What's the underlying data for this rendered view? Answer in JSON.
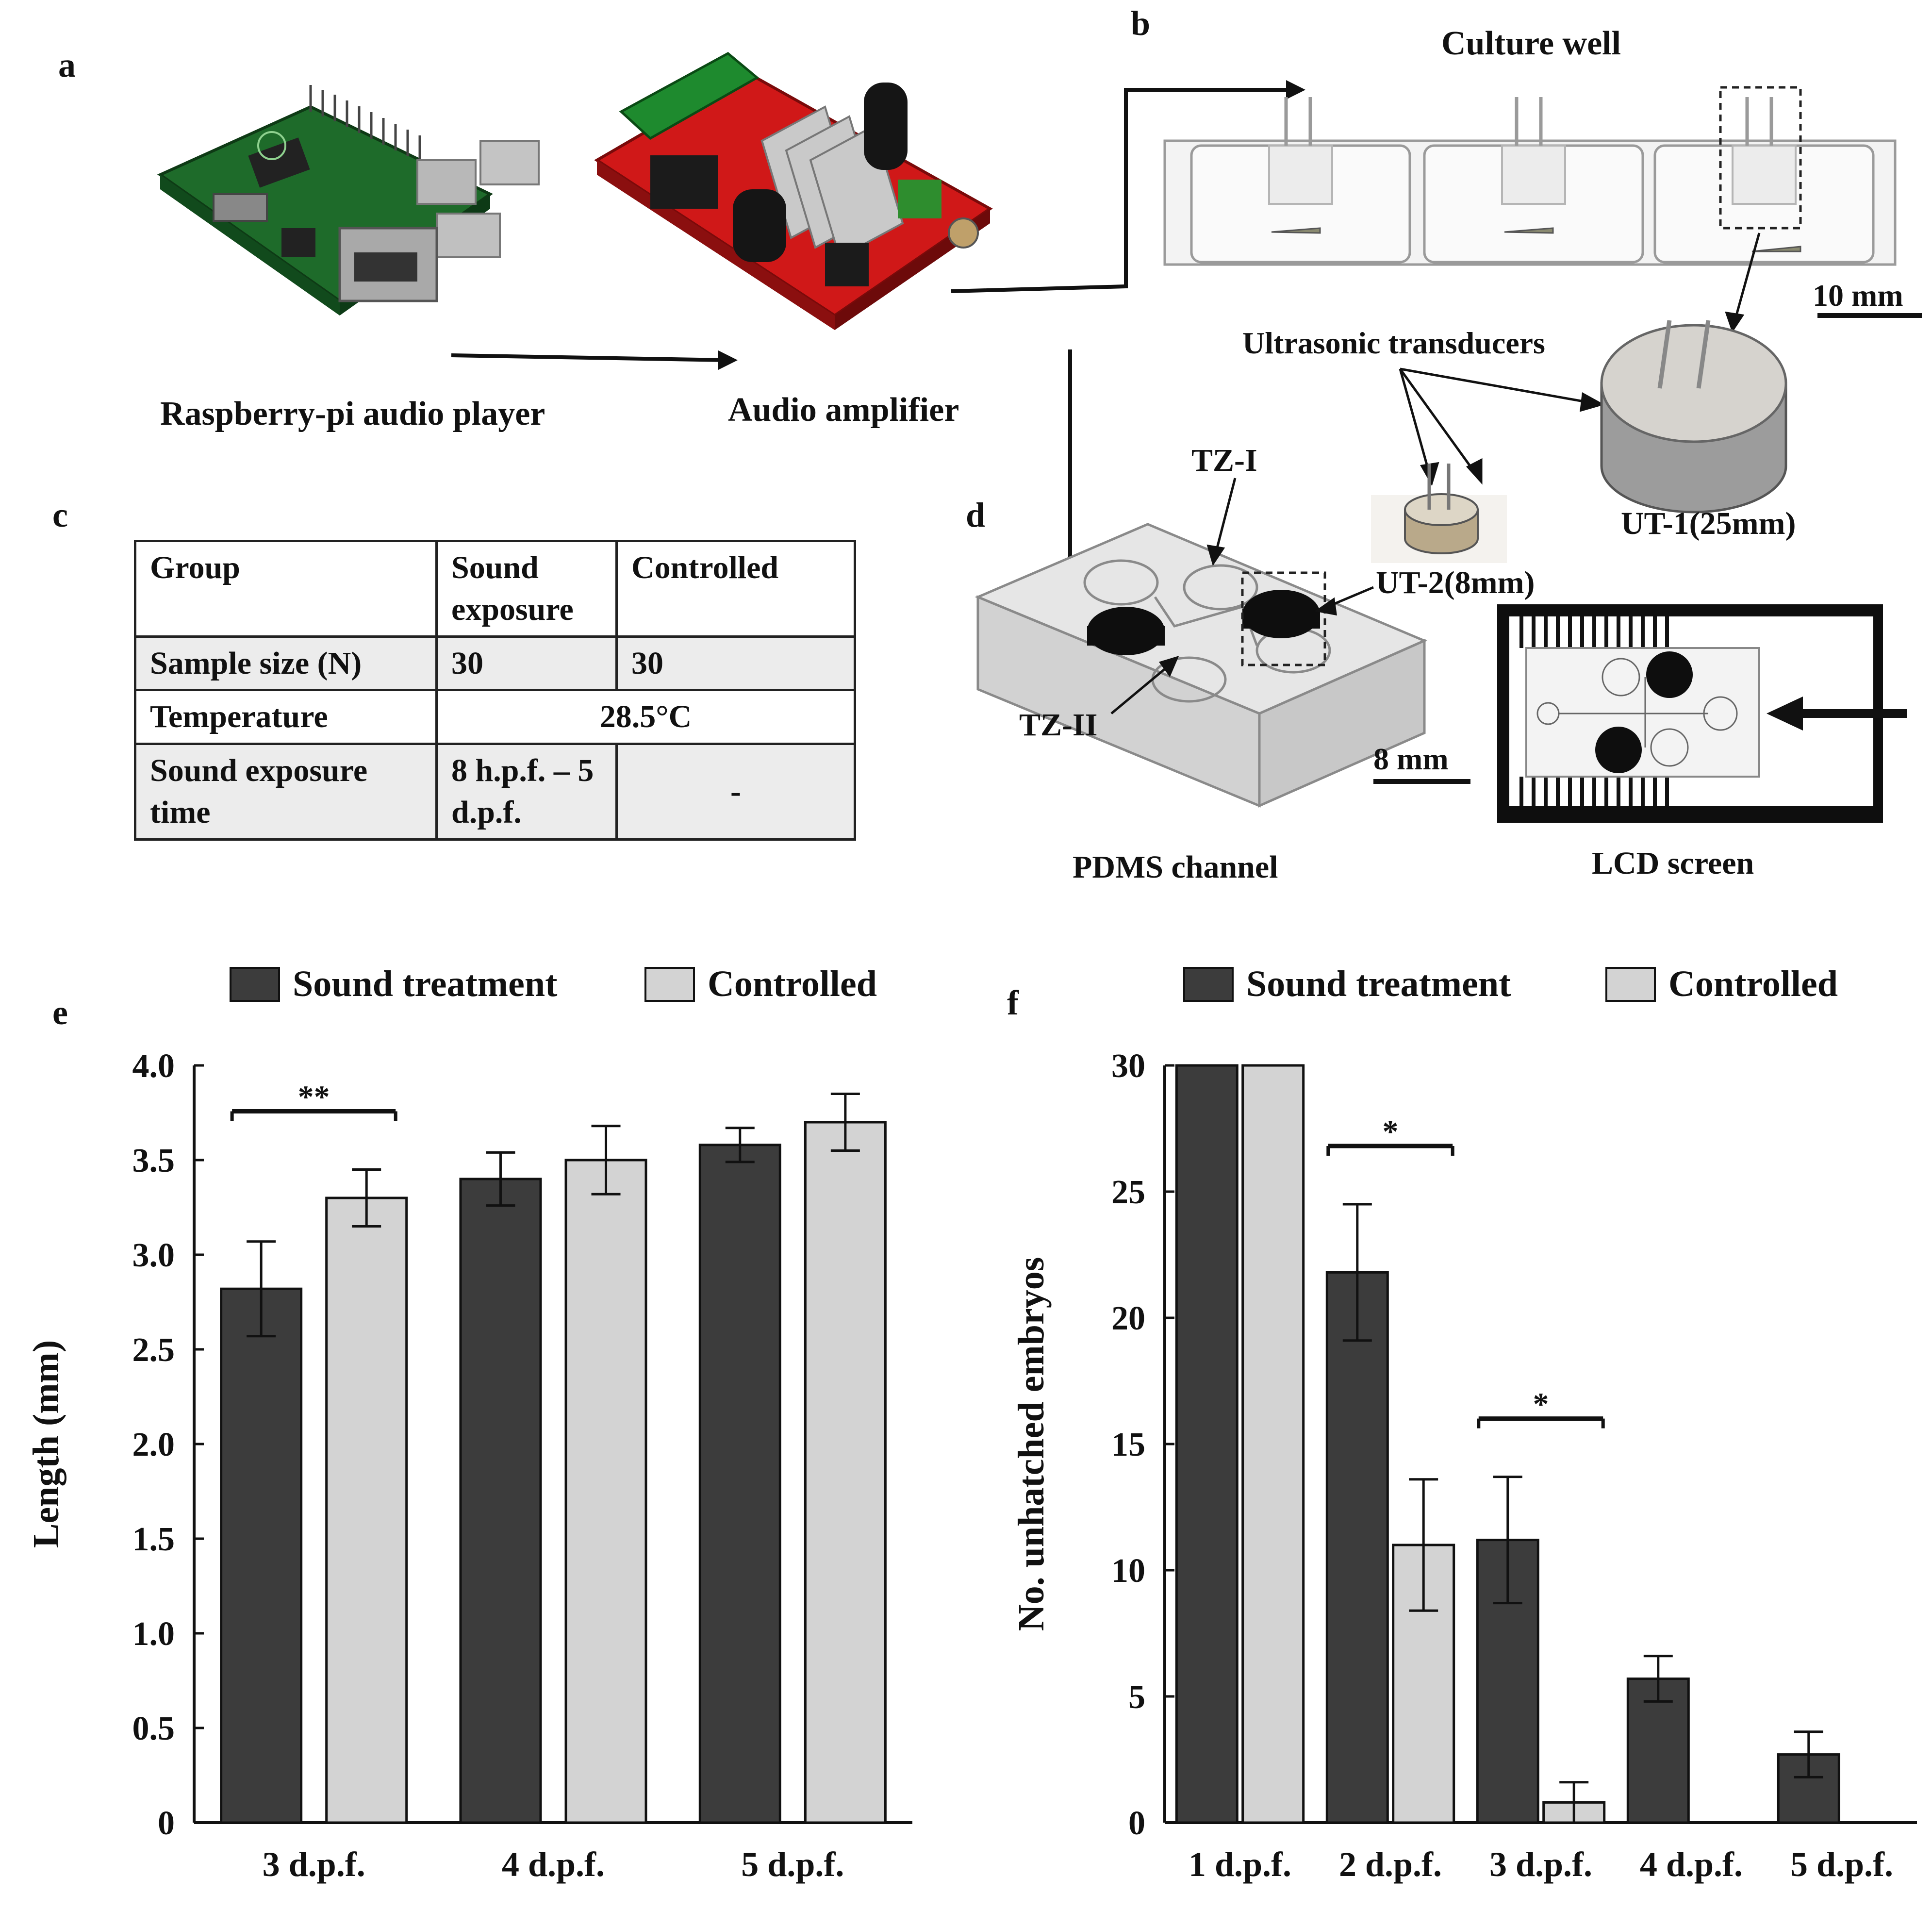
{
  "panels": {
    "a": "a",
    "b": "b",
    "c": "c",
    "d": "d",
    "e": "e",
    "f": "f"
  },
  "panel_a": {
    "label_pi": "Raspberry-pi audio player",
    "label_amp": "Audio amplifier"
  },
  "panel_b": {
    "label_well": "Culture well",
    "scale_label": "10 mm",
    "label_transducers": "Ultrasonic transducers",
    "label_ut1": "UT-1(25mm)",
    "label_ut2": "UT-2(8mm)"
  },
  "panel_c": {
    "headers": [
      "Group",
      "Sound exposure",
      "Controlled"
    ],
    "rows": [
      {
        "label": "Sample size (N)",
        "sound": "30",
        "control": "30"
      },
      {
        "label": "Temperature",
        "merged": "28.5°C"
      },
      {
        "label": "Sound exposure time",
        "sound": "8 h.p.f. – 5 d.p.f.",
        "control": "-"
      }
    ]
  },
  "panel_d": {
    "label_tz1": "TZ-I",
    "label_tz2": "TZ-II",
    "scale_label": "8 mm",
    "label_pdms": "PDMS channel",
    "label_lcd": "LCD screen"
  },
  "colors": {
    "sound": "#3c3c3c",
    "control": "#d3d3d3",
    "pcb_green": "#1e6b2a",
    "pcb_red": "#d01818"
  },
  "chart_data": [
    {
      "type": "bar",
      "panel": "e",
      "categories": [
        "3 d.p.f.",
        "4 d.p.f.",
        "5 d.p.f."
      ],
      "series": [
        {
          "name": "Sound treatment",
          "values": [
            2.82,
            3.4,
            3.58
          ],
          "errors": [
            0.25,
            0.14,
            0.09
          ]
        },
        {
          "name": "Controlled",
          "values": [
            3.3,
            3.5,
            3.7
          ],
          "errors": [
            0.15,
            0.18,
            0.15
          ]
        }
      ],
      "xlabel": "",
      "ylabel": "Length (mm)",
      "ylim": [
        0,
        4.0
      ],
      "yticks": [
        "0",
        "0.5",
        "1.0",
        "1.5",
        "2.0",
        "2.5",
        "3.0",
        "3.5",
        "4.0"
      ],
      "significance": [
        {
          "category": "3 d.p.f.",
          "label": "**"
        }
      ],
      "legend": "top",
      "grid": false
    },
    {
      "type": "bar",
      "panel": "f",
      "categories": [
        "1 d.p.f.",
        "2 d.p.f.",
        "3 d.p.f.",
        "4 d.p.f.",
        "5 d.p.f."
      ],
      "series": [
        {
          "name": "Sound treatment",
          "values": [
            30,
            21.8,
            11.2,
            5.7,
            2.7
          ],
          "errors": [
            0,
            2.7,
            2.5,
            0.9,
            0.9
          ]
        },
        {
          "name": "Controlled",
          "values": [
            30,
            11.0,
            0.8,
            0,
            0
          ],
          "errors": [
            0,
            2.6,
            0.8,
            0,
            0
          ]
        }
      ],
      "xlabel": "",
      "ylabel": "No. unhatched embryos",
      "ylim": [
        0,
        30
      ],
      "yticks": [
        "0",
        "5",
        "10",
        "15",
        "20",
        "25",
        "30"
      ],
      "significance": [
        {
          "category": "2 d.p.f.",
          "label": "*"
        },
        {
          "category": "3 d.p.f.",
          "label": "*"
        }
      ],
      "legend": "top",
      "grid": false
    }
  ]
}
